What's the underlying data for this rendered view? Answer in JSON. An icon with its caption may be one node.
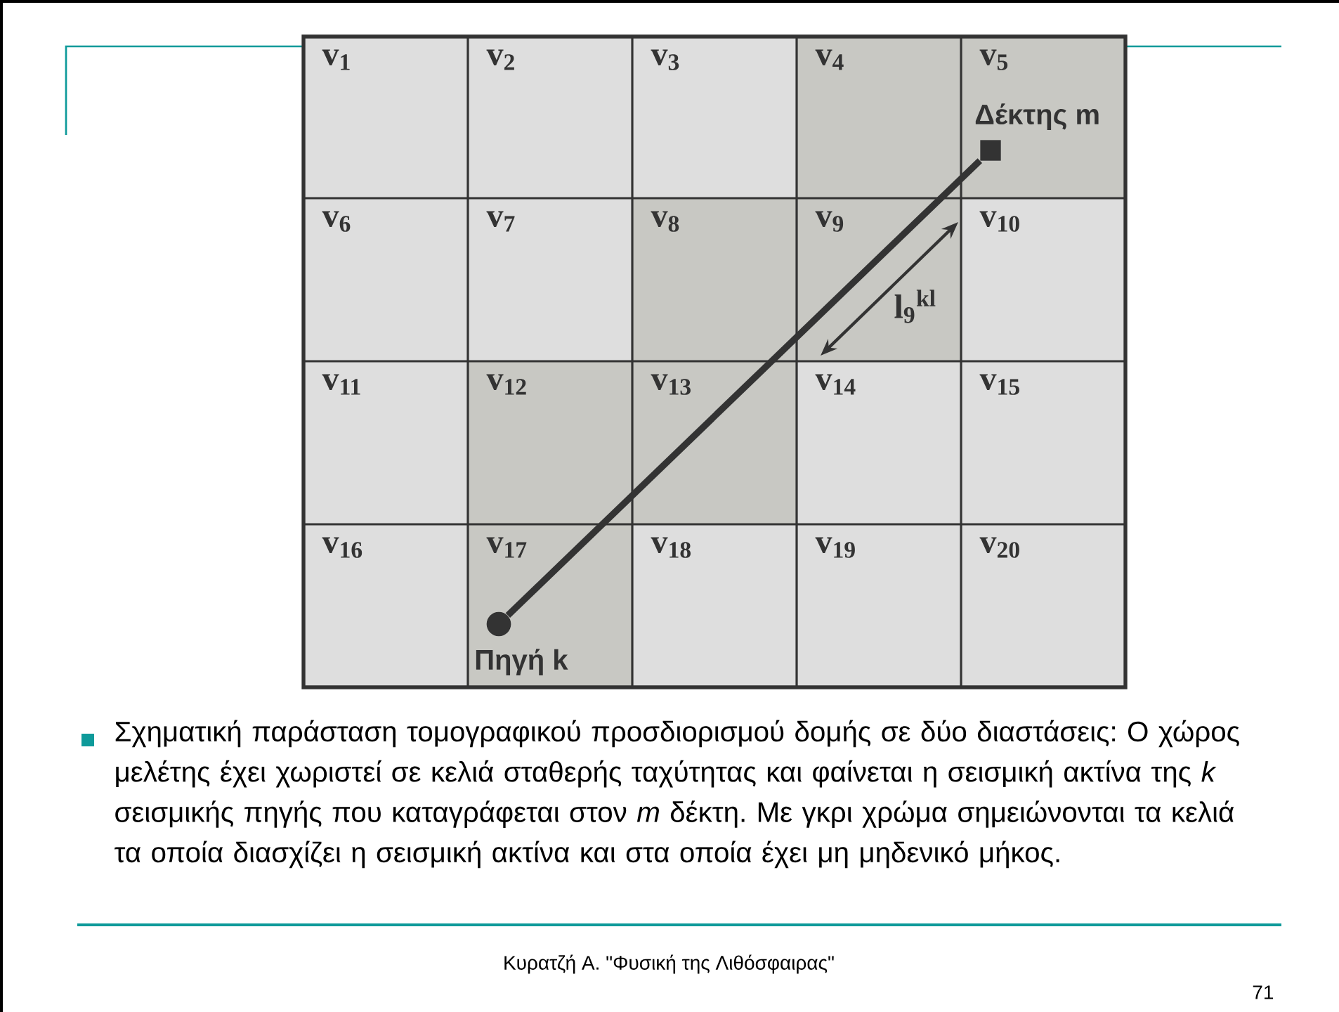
{
  "diagram": {
    "caption": "Σχηματική παράσταση τομογραφικού προσδιορισμού δομής σε δύο διαστάσεις: Ο χώρος μελέτης έχει χωριστεί σε κελιά σταθερής ταχύτητας και φαίνεται η σεισμική ακτίνα της *k* σεισμικής πηγής που καταγράφεται στον *m* δέκτη. Με γκρι χρώμα σημειώνονται τα κελιά τα οποία διασχίζει η σεισμική ακτίνα και στα οποία έχει μη μηδενικό μήκος.",
    "nodes": [
      {
        "text": [],
        "shape": "circle",
        "beside": [
          "Πηγή k"
        ]
      },
      {
        "text": [],
        "shape": "box",
        "beside": [
          "Δέκτης m"
        ]
      }
    ],
    "edges": [
      {
        "from": 0,
        "to": 1,
        "arrow": "none"
      }
    ],
    "labels": [
      "v$_{1}$",
      "v$_{2}$",
      "v$_{3}$",
      "v$_{4}$",
      "v$_{5}$",
      "v$_{6}$",
      "v$_{7}$",
      "v$_{8}$",
      "v$_{9}$",
      "v$_{10}$",
      "l$_{9}$$^{kl}$",
      "v$_{11}$",
      "v$_{12}$",
      "v$_{13}$",
      "v$_{14}$",
      "v$_{15}$",
      "v$_{16}$",
      "v$_{17}$",
      "v$_{18}$",
      "v$_{19}$",
      "v$_{20}$",
      "Κυρατζή Α. \"Φυσική της Λιθόσφαιρας\"",
      "71"
    ]
  }
}
